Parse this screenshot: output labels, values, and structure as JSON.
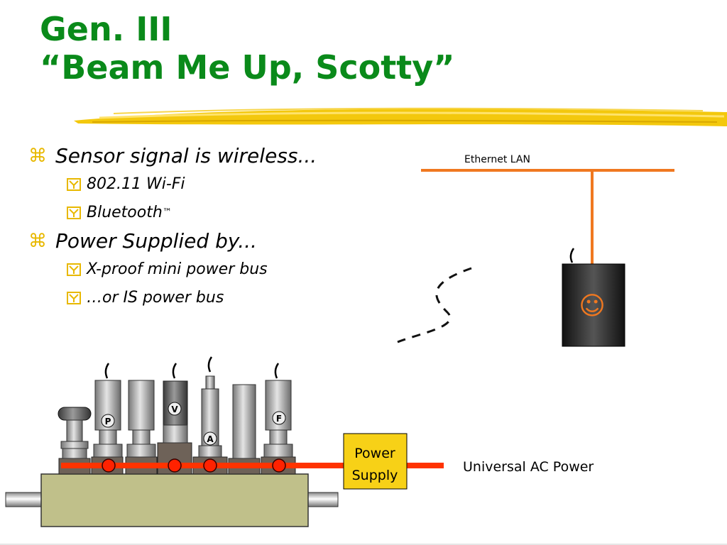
{
  "title": {
    "line1": "Gen. III",
    "line2": "“Beam Me Up, Scotty”"
  },
  "bullets": [
    {
      "text": "Sensor signal is wireless...",
      "subs": [
        "802.11 Wi-Fi",
        "Bluetooth"
      ],
      "trademark": "™"
    },
    {
      "text": "Power Supplied by...",
      "subs": [
        "X-proof mini power bus",
        "…or IS power bus"
      ]
    }
  ],
  "bullet_glyph": "⌘",
  "diagram": {
    "ethernet_label": "Ethernet LAN",
    "power_supply_line1": "Power",
    "power_supply_line2": "Supply",
    "ac_power_label": "Universal AC Power",
    "sensor_letters": [
      "P",
      "V",
      "A",
      "F"
    ],
    "smiley": "☺",
    "colors": {
      "title_green": "#0a8a1a",
      "accent_yellow": "#f2c500",
      "ethernet_orange": "#f07820",
      "power_red": "#ff3300",
      "manifold_khaki": "#c0c08a",
      "power_box_yellow": "#f7d117"
    }
  }
}
